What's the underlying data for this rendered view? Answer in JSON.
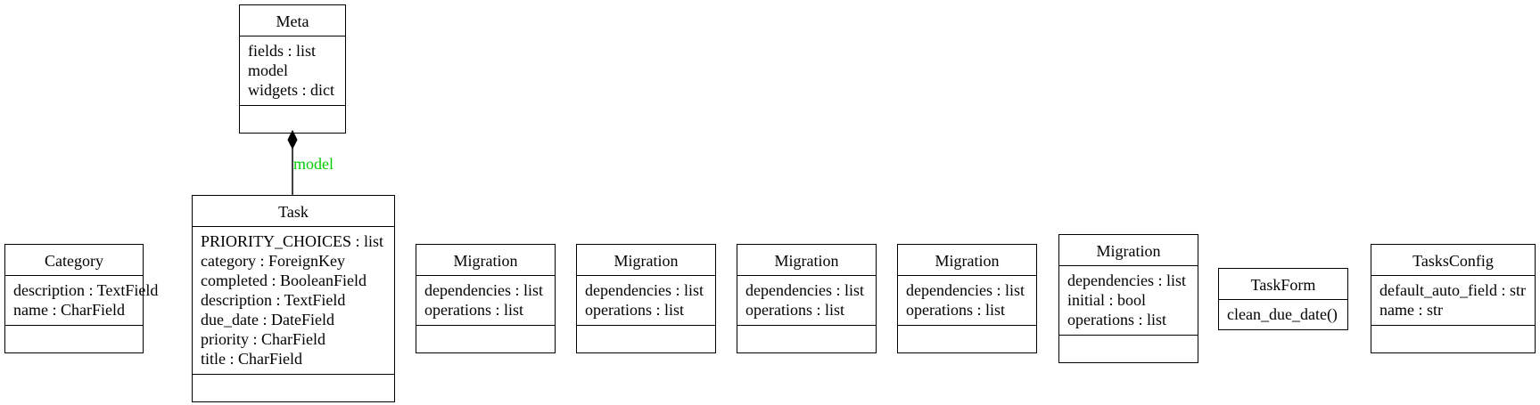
{
  "classes": {
    "meta": {
      "name": "Meta",
      "attributes": [
        "fields : list",
        "model",
        "widgets : dict"
      ],
      "methods": []
    },
    "task": {
      "name": "Task",
      "attributes": [
        "PRIORITY_CHOICES : list",
        "category : ForeignKey",
        "completed : BooleanField",
        "description : TextField",
        "due_date : DateField",
        "priority : CharField",
        "title : CharField"
      ],
      "methods": []
    },
    "category": {
      "name": "Category",
      "attributes": [
        "description : TextField",
        "name : CharField"
      ],
      "methods": []
    },
    "migration_1": {
      "name": "Migration",
      "attributes": [
        "dependencies : list",
        "operations : list"
      ],
      "methods": []
    },
    "migration_2": {
      "name": "Migration",
      "attributes": [
        "dependencies : list",
        "operations : list"
      ],
      "methods": []
    },
    "migration_3": {
      "name": "Migration",
      "attributes": [
        "dependencies : list",
        "operations : list"
      ],
      "methods": []
    },
    "migration_4": {
      "name": "Migration",
      "attributes": [
        "dependencies : list",
        "operations : list"
      ],
      "methods": []
    },
    "migration_5": {
      "name": "Migration",
      "attributes": [
        "dependencies : list",
        "initial : bool",
        "operations : list"
      ],
      "methods": []
    },
    "task_form": {
      "name": "TaskForm",
      "attributes": [],
      "methods": [
        "clean_due_date()"
      ]
    },
    "tasks_config": {
      "name": "TasksConfig",
      "attributes": [
        "default_auto_field : str",
        "name : str"
      ],
      "methods": []
    }
  },
  "relations": [
    {
      "from": "Task",
      "to": "Meta",
      "kind": "composition",
      "label": "model",
      "label_color": "#00cc00"
    }
  ],
  "colors": {
    "line": "#000000",
    "background": "#ffffff",
    "relation_label": "#00cc00"
  }
}
